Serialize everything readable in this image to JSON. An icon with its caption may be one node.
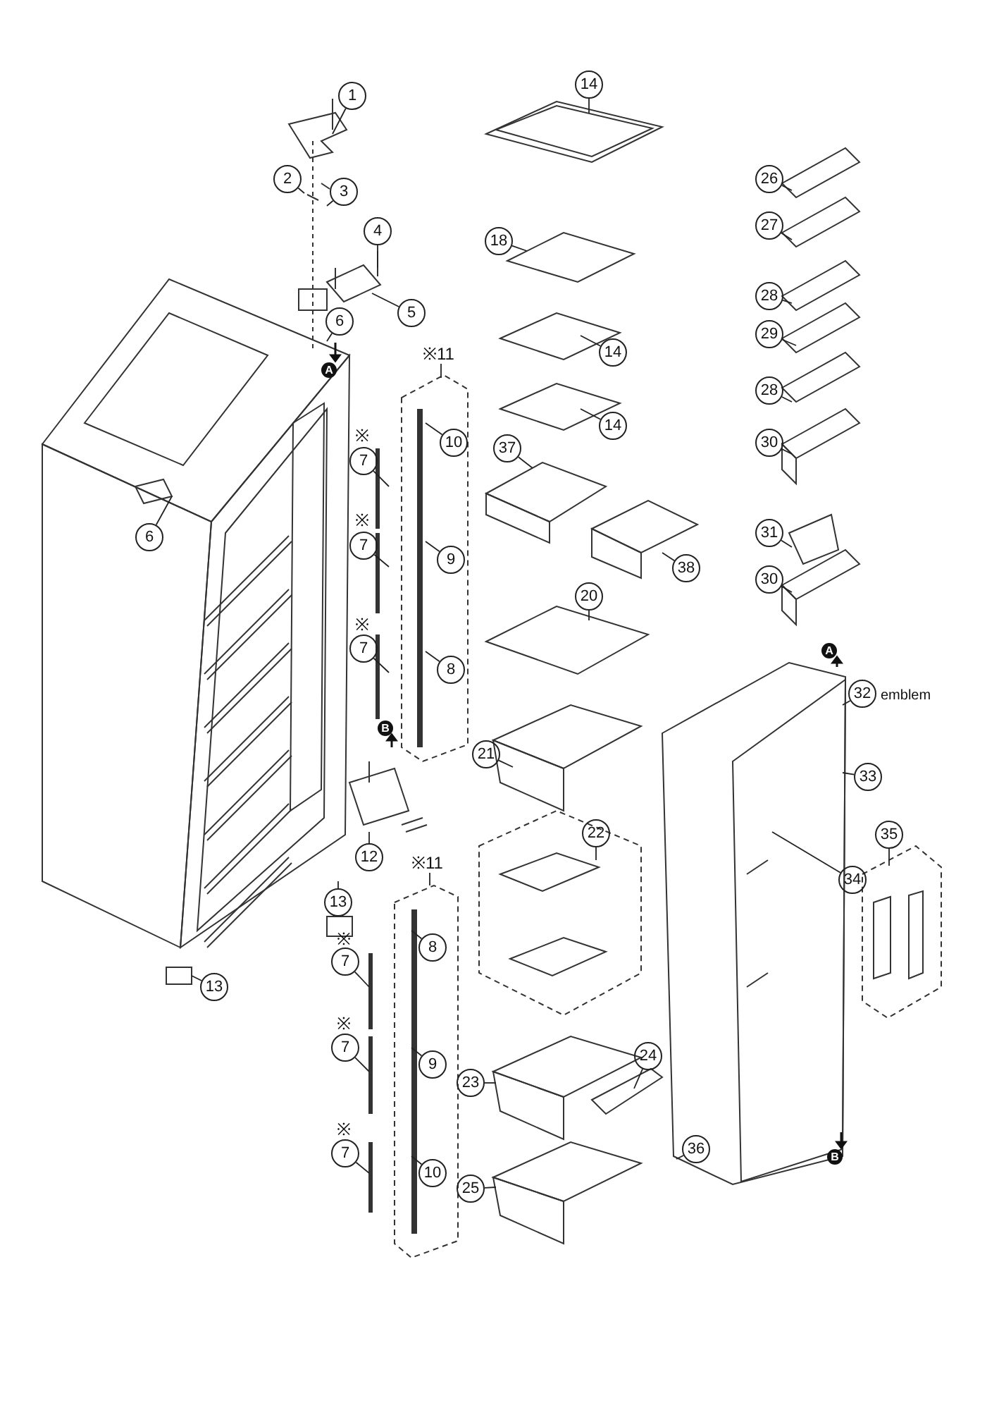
{
  "diagram": {
    "nodes": [
      {
        "text": [
          "1"
        ]
      },
      {
        "text": [
          "14"
        ]
      },
      {
        "text": [
          "26"
        ]
      },
      {
        "text": [
          "2"
        ]
      },
      {
        "text": [
          "3"
        ]
      },
      {
        "text": [
          "27"
        ]
      },
      {
        "text": [
          "4"
        ]
      },
      {
        "text": [
          "18"
        ]
      },
      {
        "text": [
          "28"
        ]
      },
      {
        "text": [
          "5"
        ]
      },
      {
        "text": [
          "6"
        ]
      },
      {
        "text": [
          "29"
        ]
      },
      {
        "text": [
          "※11"
        ]
      },
      {
        "text": [
          "14"
        ]
      },
      {
        "text": [
          "28"
        ]
      },
      {
        "text": [
          "14"
        ]
      },
      {
        "text": [
          "10"
        ]
      },
      {
        "text": [
          "30"
        ]
      },
      {
        "text": [
          "37"
        ]
      },
      {
        "text": [
          "7"
        ]
      },
      {
        "text": [
          "6"
        ]
      },
      {
        "text": [
          "31"
        ]
      },
      {
        "text": [
          "7"
        ]
      },
      {
        "text": [
          "9"
        ]
      },
      {
        "text": [
          "38"
        ]
      },
      {
        "text": [
          "30"
        ]
      },
      {
        "text": [
          "20"
        ]
      },
      {
        "text": [
          "7"
        ]
      },
      {
        "text": [
          "8"
        ]
      },
      {
        "text": [
          "32"
        ],
        "beside": [
          "emblem"
        ]
      },
      {
        "text": [
          "21"
        ]
      },
      {
        "text": [
          "33"
        ]
      },
      {
        "text": [
          "35"
        ]
      },
      {
        "text": [
          "22"
        ]
      },
      {
        "text": [
          "12"
        ]
      },
      {
        "text": [
          "※11"
        ]
      },
      {
        "text": [
          "34"
        ]
      },
      {
        "text": [
          "13"
        ]
      },
      {
        "text": [
          "8"
        ]
      },
      {
        "text": [
          "7"
        ]
      },
      {
        "text": [
          "13"
        ]
      },
      {
        "text": [
          "7"
        ]
      },
      {
        "text": [
          "24"
        ]
      },
      {
        "text": [
          "9"
        ]
      },
      {
        "text": [
          "23"
        ]
      },
      {
        "text": [
          "7"
        ]
      },
      {
        "text": [
          "36"
        ]
      },
      {
        "text": [
          "10"
        ]
      },
      {
        "text": [
          "25"
        ]
      }
    ],
    "edges": [
      {
        "from": 0,
        "to": null,
        "arrow": "none"
      },
      {
        "from": 1,
        "to": null,
        "arrow": "none"
      },
      {
        "from": 2,
        "to": null,
        "arrow": "none"
      },
      {
        "from": 3,
        "to": null,
        "arrow": "none"
      },
      {
        "from": 4,
        "to": null,
        "arrow": "none"
      },
      {
        "from": 5,
        "to": null,
        "arrow": "none"
      },
      {
        "from": 6,
        "to": null,
        "arrow": "none"
      },
      {
        "from": 7,
        "to": null,
        "arrow": "none"
      },
      {
        "from": 8,
        "to": null,
        "arrow": "none"
      },
      {
        "from": 9,
        "to": null,
        "arrow": "none"
      },
      {
        "from": 10,
        "to": null,
        "arrow": "none"
      },
      {
        "from": 11,
        "to": null,
        "arrow": "none"
      },
      {
        "from": 12,
        "to": null,
        "arrow": "none"
      },
      {
        "from": 13,
        "to": null,
        "arrow": "none"
      },
      {
        "from": 14,
        "to": null,
        "arrow": "none"
      },
      {
        "from": 15,
        "to": null,
        "arrow": "none"
      },
      {
        "from": 16,
        "to": null,
        "arrow": "none"
      },
      {
        "from": 17,
        "to": null,
        "arrow": "none"
      },
      {
        "from": 18,
        "to": null,
        "arrow": "none"
      },
      {
        "from": 19,
        "to": null,
        "arrow": "none"
      },
      {
        "from": 20,
        "to": null,
        "arrow": "none"
      },
      {
        "from": 21,
        "to": null,
        "arrow": "none"
      },
      {
        "from": 22,
        "to": null,
        "arrow": "none"
      },
      {
        "from": 23,
        "to": null,
        "arrow": "none"
      },
      {
        "from": 24,
        "to": null,
        "arrow": "none"
      },
      {
        "from": 25,
        "to": null,
        "arrow": "none"
      },
      {
        "from": 26,
        "to": null,
        "arrow": "none"
      },
      {
        "from": 27,
        "to": null,
        "arrow": "none"
      },
      {
        "from": 28,
        "to": null,
        "arrow": "none"
      },
      {
        "from": 29,
        "to": null,
        "arrow": "none"
      },
      {
        "from": 30,
        "to": null,
        "arrow": "none"
      },
      {
        "from": 31,
        "to": null,
        "arrow": "none"
      },
      {
        "from": 32,
        "to": null,
        "arrow": "none"
      },
      {
        "from": 33,
        "to": null,
        "arrow": "none"
      },
      {
        "from": 34,
        "to": null,
        "arrow": "none"
      },
      {
        "from": 35,
        "to": null,
        "arrow": "none"
      },
      {
        "from": 36,
        "to": null,
        "arrow": "none"
      },
      {
        "from": 37,
        "to": null,
        "arrow": "none"
      },
      {
        "from": 38,
        "to": null,
        "arrow": "none"
      },
      {
        "from": 39,
        "to": null,
        "arrow": "none"
      },
      {
        "from": 40,
        "to": null,
        "arrow": "none"
      },
      {
        "from": 41,
        "to": null,
        "arrow": "none"
      },
      {
        "from": 42,
        "to": null,
        "arrow": "none"
      },
      {
        "from": 43,
        "to": null,
        "arrow": "none"
      },
      {
        "from": 44,
        "to": null,
        "arrow": "none"
      },
      {
        "from": 45,
        "to": null,
        "arrow": "none"
      },
      {
        "from": 46,
        "to": null,
        "arrow": "none"
      },
      {
        "from": 47,
        "to": null,
        "arrow": "none"
      },
      {
        "from": 48,
        "to": null,
        "arrow": "none"
      }
    ],
    "labels": [
      "A",
      "※",
      "※",
      "※",
      "A",
      "B",
      "※",
      "※",
      "※",
      "B"
    ]
  }
}
